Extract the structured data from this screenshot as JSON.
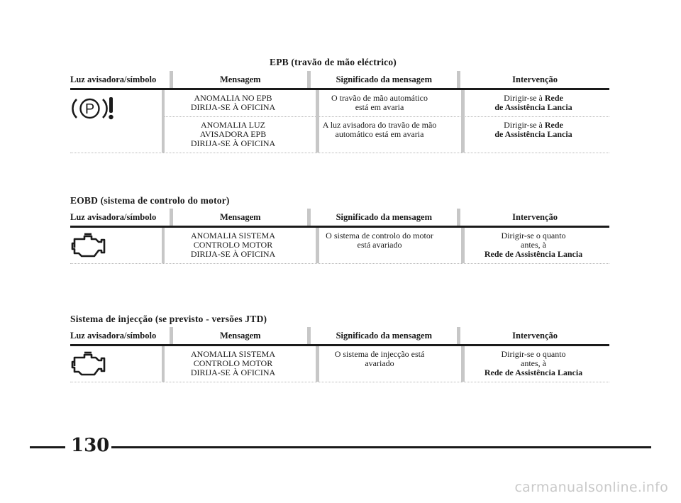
{
  "columns": {
    "symbol": "Luz avisadora/símbolo",
    "message": "Mensagem",
    "meaning": "Significado da mensagem",
    "action": "Intervenção"
  },
  "sections": [
    {
      "title": "EPB (travão de mão eléctrico)",
      "icon": "parking-brake-warning-icon",
      "rows": [
        {
          "message": [
            "ANOMALIA NO EPB",
            "DIRIJA-SE À OFICINA"
          ],
          "meaning": [
            "O travão de mão automático",
            "está em avaria"
          ],
          "action_prefix": "Dirigir-se à ",
          "action_bold1": "Rede",
          "action_bold2": "de Assistência Lancia"
        },
        {
          "message": [
            "ANOMALIA LUZ",
            "AVISADORA EPB",
            "DIRIJA-SE À OFICINA"
          ],
          "meaning": [
            "A luz avisadora do travão de mão",
            "automático está em avaria"
          ],
          "action_prefix": "Dirigir-se à ",
          "action_bold1": "Rede",
          "action_bold2": "de Assistência Lancia"
        }
      ]
    },
    {
      "title": "EOBD (sistema de controlo do motor)",
      "icon": "engine-check-icon",
      "rows": [
        {
          "message": [
            "ANOMALIA SISTEMA",
            "CONTROLO MOTOR",
            "DIRIJA-SE À OFICINA"
          ],
          "meaning": [
            "O sistema de controlo do motor",
            "está avariado"
          ],
          "action_lines": [
            "Dirigir-se o quanto",
            "antes, à"
          ],
          "action_bold": "Rede de Assistência Lancia"
        }
      ]
    },
    {
      "title": "Sistema de injecção (se previsto - versões JTD)",
      "icon": "engine-check-icon",
      "rows": [
        {
          "message": [
            "ANOMALIA SISTEMA",
            "CONTROLO MOTOR",
            "DIRIJA-SE À OFICINA"
          ],
          "meaning": [
            "O sistema de injecção está",
            "avariado"
          ],
          "action_lines": [
            "Dirigir-se o quanto",
            "antes, à"
          ],
          "action_bold": "Rede de Assistência Lancia"
        }
      ]
    }
  ],
  "page_number": "130",
  "watermark": "carmanualsonline.info"
}
